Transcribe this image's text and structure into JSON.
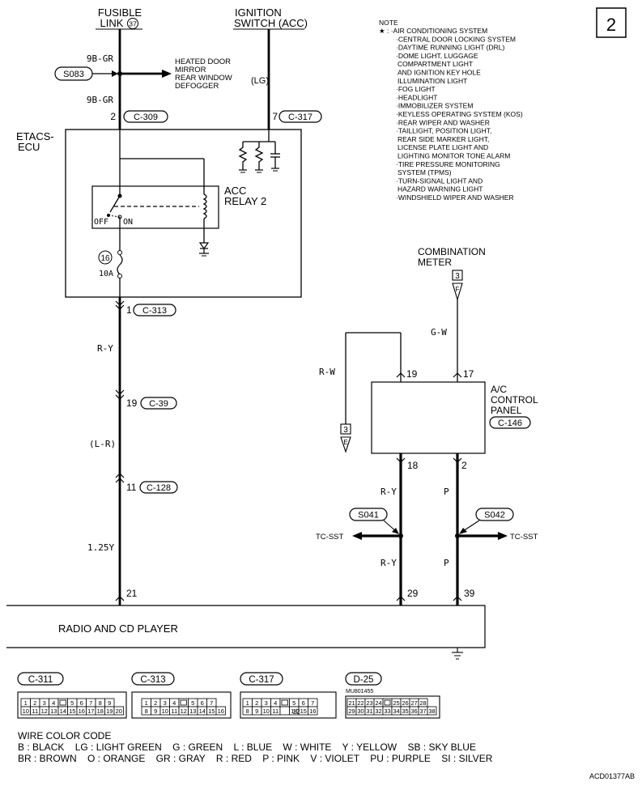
{
  "page_number": "2",
  "top_left": {
    "fusible_link_title": "FUSIBLE",
    "fusible_link_sub": "LINK",
    "fusible_link_no": "37",
    "wire_top": "9B-GR",
    "splice": "S083",
    "wire_below": "9B-GR",
    "branch_lines": [
      "HEATED DOOR",
      "MIRROR",
      "REAR WINDOW",
      "DEFOGGER"
    ],
    "branch_color": "(LG)"
  },
  "ignition": {
    "title": "IGNITION",
    "sub": "SWITCH (ACC)"
  },
  "etacs": {
    "label1": "ETACS-",
    "label2": "ECU",
    "pin_top_left": "2",
    "conn_top_left": "C-309",
    "pin_top_right": "7",
    "conn_top_right": "C-317",
    "relay_label1": "ACC",
    "relay_label2": "RELAY 2",
    "off_label": "OFF",
    "on_label": "ON",
    "fuse_no": "16",
    "fuse_amp": "10A",
    "pin_bottom": "1",
    "conn_bottom": "C-313"
  },
  "left_harness": {
    "wire1": "R-Y",
    "pin2": "19",
    "conn2": "C-39",
    "wire2": "(L-R)",
    "pin3": "11",
    "conn3": "C-128",
    "wire3": "1.25Y",
    "pin_radio": "21"
  },
  "note": {
    "title": "NOTE",
    "lines": [
      "★ : ·AIR CONDITIONING SYSTEM",
      "·CENTRAL DOOR LOCKING SYSTEM",
      "·DAYTIME RUNNING LIGHT (DRL)",
      "·DOME LIGHT, LUGGAGE",
      "COMPARTMENT LIGHT",
      "AND IGNITION KEY HOLE",
      "ILLUMINATION LIGHT",
      "·FOG LIGHT",
      "·HEADLIGHT",
      "·IMMOBILIZER SYSTEM",
      "·KEYLESS OPERATING SYSTEM (KOS)",
      "·REAR WIPER AND WASHER",
      "·TAILLIGHT, POSITION LIGHT,",
      "REAR SIDE MARKER LIGHT,",
      "LICENSE PLATE LIGHT AND",
      "LIGHTING MONITOR TONE ALARM",
      "·TIRE PRESSURE MONITORING",
      "SYSTEM (TPMS)",
      "·TURN-SIGNAL LIGHT AND",
      "HAZARD WARNING LIGHT",
      "·WINDSHIELD WIPER AND WASHER"
    ]
  },
  "combination_meter": {
    "label1": "COMBINATION",
    "label2": "METER",
    "ref_no": "3",
    "ref_letter": "F",
    "wire": "G-W"
  },
  "ac_panel": {
    "label1": "A/C",
    "label2": "CONTROL",
    "label3": "PANEL",
    "conn": "C-146",
    "pin19": "19",
    "pin17": "17",
    "pin18": "18",
    "pin2": "2",
    "wire_rw": "R-W",
    "ref_no": "3",
    "ref_letter": "E"
  },
  "right_harness": {
    "wire_ry_upper": "R-Y",
    "wire_p_upper": "P",
    "splice_left": "S041",
    "splice_right": "S042",
    "tc_left": "TC-SST",
    "tc_right": "TC-SST",
    "wire_ry_lower": "R-Y",
    "wire_p_lower": "P",
    "pin29": "29",
    "pin39": "39"
  },
  "radio": {
    "label": "RADIO AND CD PLAYER"
  },
  "connectors": {
    "c311": {
      "label": "C-311",
      "row1": [
        "1",
        "2",
        "3",
        "4",
        "",
        "5",
        "6",
        "7",
        "8",
        "9"
      ],
      "row2": [
        "10",
        "11",
        "12",
        "13",
        "14",
        "15",
        "16",
        "17",
        "18",
        "19",
        "20"
      ]
    },
    "c313": {
      "label": "C-313",
      "row1": [
        "1",
        "2",
        "3",
        "4",
        "",
        "5",
        "6",
        "7"
      ],
      "row2": [
        "8",
        "9",
        "10",
        "11",
        "12",
        "13",
        "14",
        "15",
        "16"
      ]
    },
    "c317": {
      "label": "C-317",
      "row1": [
        "1",
        "2",
        "3",
        "4",
        "",
        "5",
        "6",
        "7"
      ],
      "row2": [
        "8",
        "9",
        "10",
        "11",
        "",
        "14",
        "15",
        "16"
      ],
      "center_pin": "12"
    },
    "d25": {
      "label": "D-25",
      "sub": "MU801455",
      "row1": [
        "21",
        "22",
        "23",
        "24",
        "",
        "25",
        "26",
        "27",
        "28"
      ],
      "row2": [
        "29",
        "30",
        "31",
        "32",
        "33",
        "34",
        "35",
        "36",
        "37",
        "38"
      ]
    }
  },
  "wire_color_code": {
    "title": "WIRE COLOR CODE",
    "line1": "B : BLACK    LG : LIGHT GREEN    G : GREEN    L : BLUE    W : WHITE    Y : YELLOW    SB : SKY BLUE",
    "line2": "BR : BROWN    O : ORANGE    GR : GRAY    R : RED    P : PINK    V : VIOLET    PU : PURPLE    SI : SILVER"
  },
  "figure_code": "ACD01377AB"
}
